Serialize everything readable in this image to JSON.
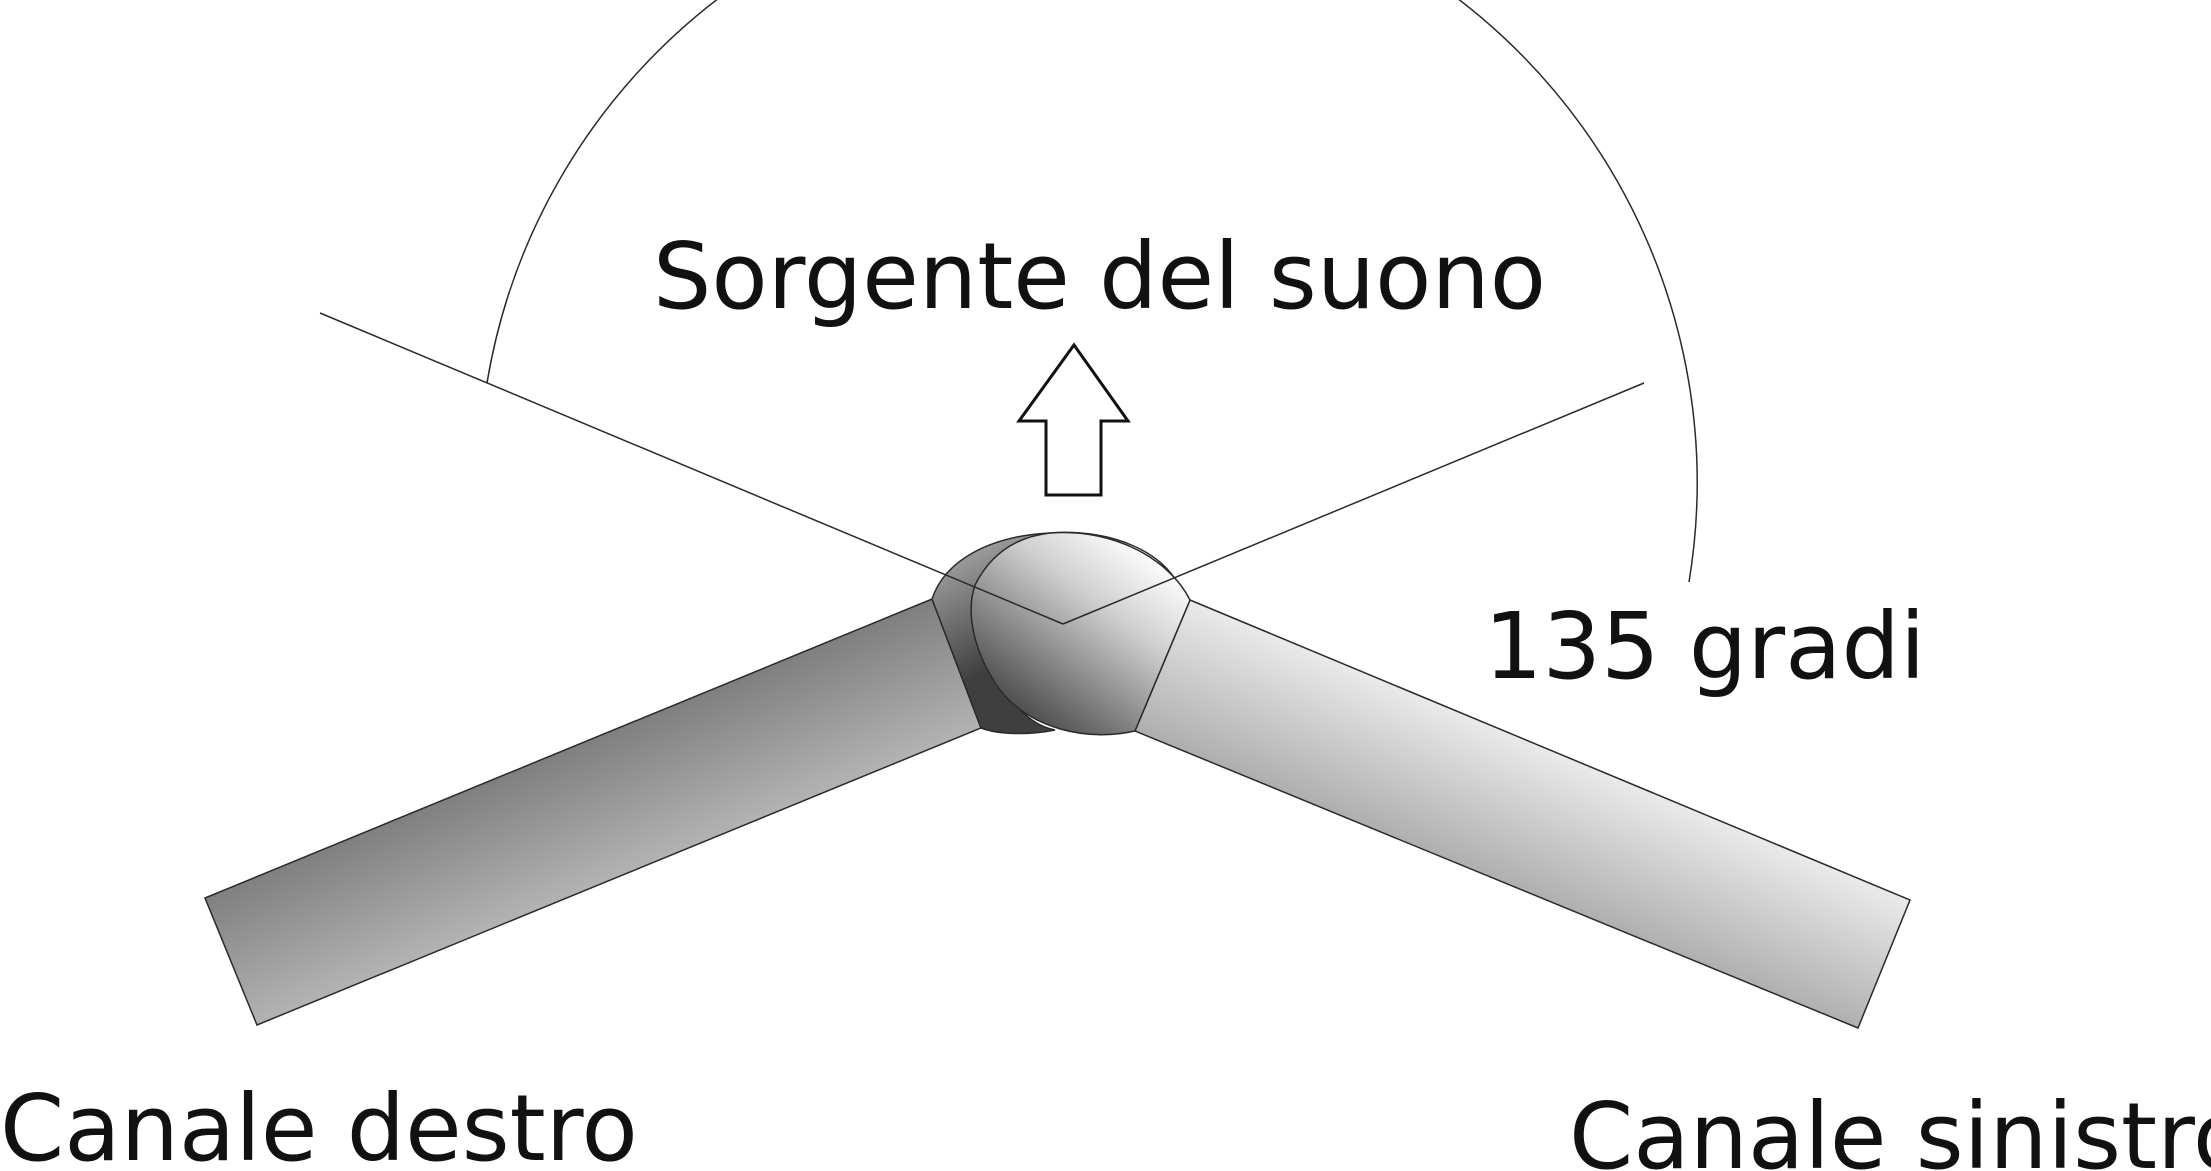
{
  "diagram": {
    "source_label": "Sorgente del suono",
    "angle_label": "135 gradi",
    "right_channel_label": "Canale destro",
    "left_channel_label": "Canale sinistro",
    "angle_degrees": 135,
    "colors": {
      "line": "#2a2a2a",
      "text": "#111111",
      "tube_dark": "#4e4e4e",
      "tube_light": "#f2f2f2",
      "background": "#ffffff"
    }
  }
}
